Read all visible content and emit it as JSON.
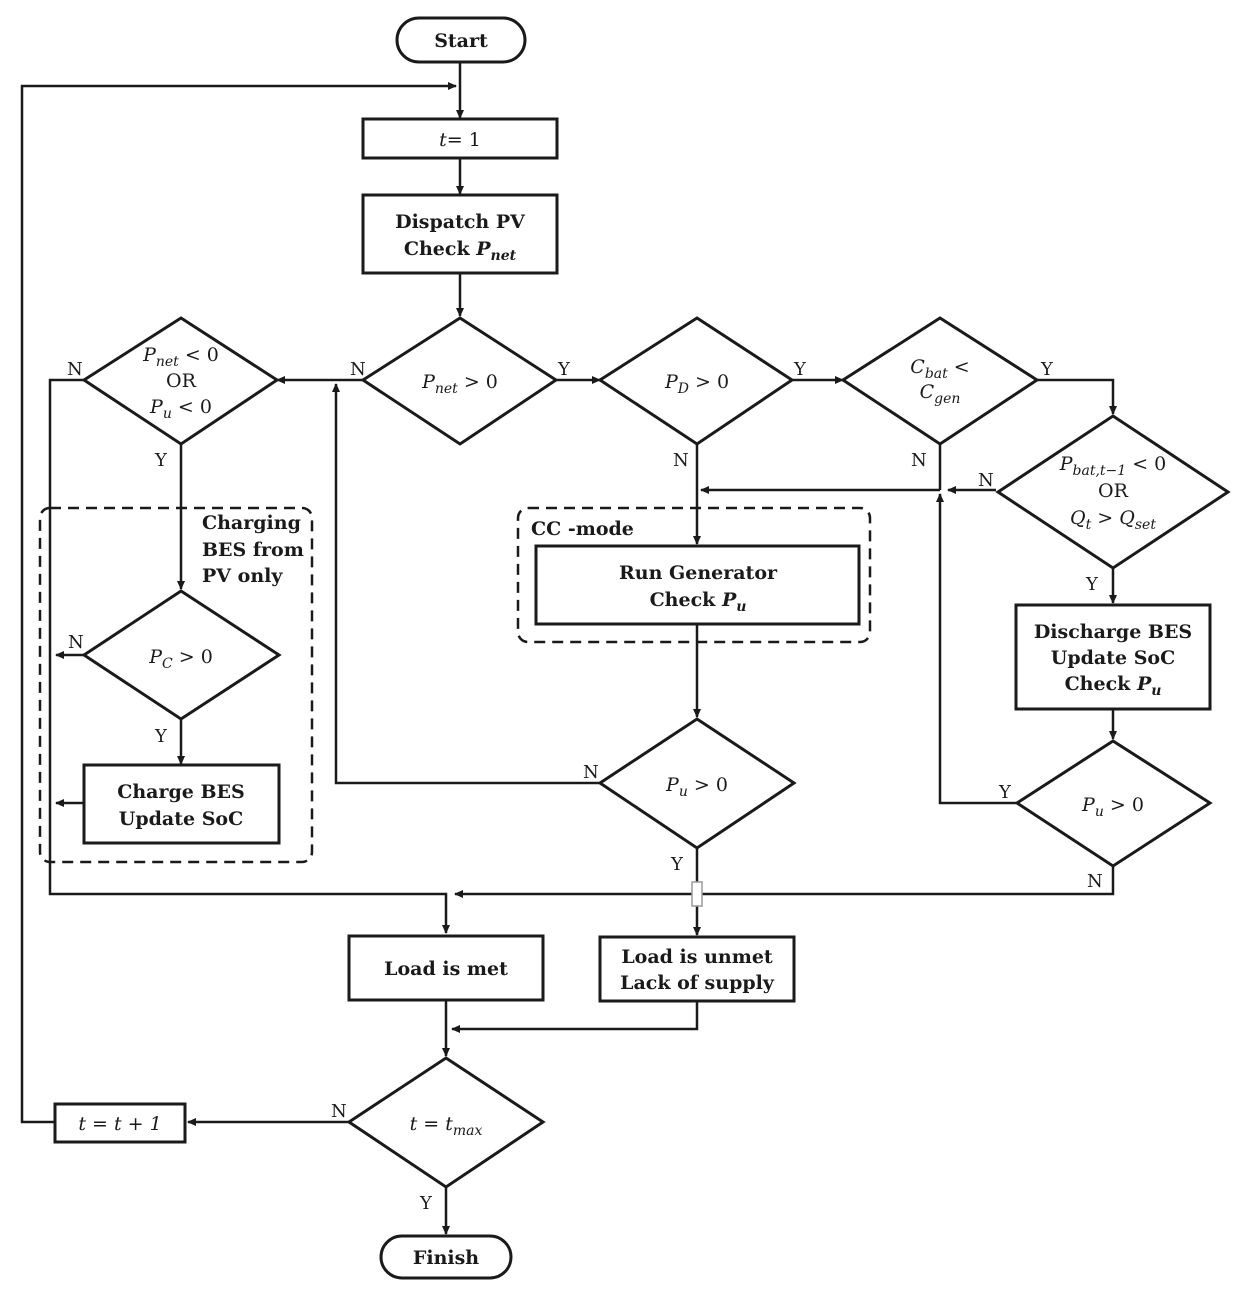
{
  "terminals": {
    "start": "Start",
    "finish": "Finish"
  },
  "process": {
    "t_init": {
      "lhs": "t",
      "rhs": "= 1"
    },
    "dispatch": {
      "line1": "Dispatch PV",
      "line2": "Check ",
      "var": "P",
      "sub": "net"
    },
    "run_gen": {
      "line1": "Run Generator",
      "line2": "Check ",
      "var": "P",
      "sub": "u"
    },
    "discharge": {
      "line1": "Discharge BES",
      "line2": "Update SoC",
      "line3": "Check ",
      "var": "P",
      "sub": "u"
    },
    "charge": {
      "line1": "Charge BES",
      "line2": "Update SoC"
    },
    "load_met": "Load is met",
    "load_unmet": {
      "line1": "Load is unmet",
      "line2": "Lack of supply"
    },
    "t_inc": {
      "text": "t = t + 1"
    }
  },
  "decisions": {
    "pnet_gt0": {
      "var": "P",
      "sub": "net",
      "rest": " > 0"
    },
    "pd_gt0": {
      "var": "P",
      "sub": "D",
      "rest": " > 0"
    },
    "cbat_lt_cgen": {
      "v1": "C",
      "s1": "bat",
      "op": " <",
      "v2": "C",
      "s2": "gen"
    },
    "pbat_or_q": {
      "v1": "P",
      "s1": "bat,t−1",
      "r1": " < 0",
      "or": "OR",
      "v2": "Q",
      "s2": "t",
      "r2": " > ",
      "v3": "Q",
      "s3": "set"
    },
    "pnet_or_pu": {
      "v1": "P",
      "s1": "net",
      "r1": " < 0",
      "or": "OR",
      "v2": "P",
      "s2": "u",
      "r2": " < 0"
    },
    "pc_gt0": {
      "var": "P",
      "sub": "C",
      "rest": " > 0"
    },
    "pu_gt0_mid": {
      "var": "P",
      "sub": "u",
      "rest": " > 0"
    },
    "pu_gt0_right": {
      "var": "P",
      "sub": "u",
      "rest": " > 0"
    },
    "t_tmax": {
      "var": "t",
      "rest": " = t",
      "sub": "max"
    }
  },
  "groups": {
    "charging": {
      "line1": "Charging",
      "line2": "BES from",
      "line3": "PV only"
    },
    "cc_mode": "CC -mode"
  },
  "branch_labels": {
    "yes": "Y",
    "no": "N"
  }
}
